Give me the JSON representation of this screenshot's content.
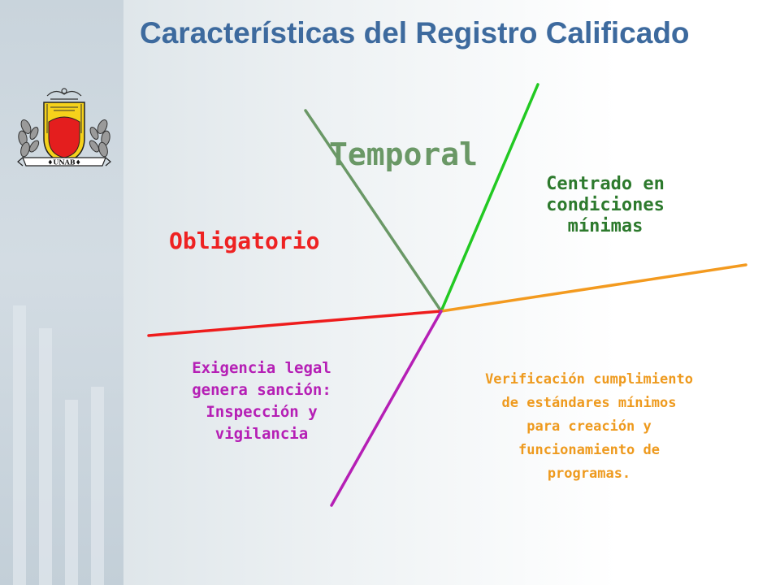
{
  "slide": {
    "title": "Características del Registro Calificado"
  },
  "logo": {
    "name": "UNAB",
    "banner_text": "♦UNAB♦"
  },
  "diagram": {
    "center_label": "",
    "branches": [
      {
        "id": "temporal",
        "label": "Temporal",
        "line_color": "#6a9866",
        "text_color": "#6a9866"
      },
      {
        "id": "centrado",
        "label": "Centrado en\ncondiciones\nmínimas",
        "line_color": "#22c922",
        "text_color": "#2d7a2d"
      },
      {
        "id": "obligatorio",
        "label": "Obligatorio",
        "line_color": "#ee1c1c",
        "text_color": "#ee2222"
      },
      {
        "id": "verificacion",
        "label": "Verificación cumplimiento\nde estándares mínimos\npara creación y\nfuncionamiento de\nprogramas.",
        "line_color": "#f39a1f",
        "text_color": "#ee9a1e"
      },
      {
        "id": "exigencia",
        "label": "Exigencia legal\ngenera sanción:\nInspección y\nvigilancia",
        "line_color": "#b51fb5",
        "text_color": "#b51fb5"
      }
    ]
  }
}
